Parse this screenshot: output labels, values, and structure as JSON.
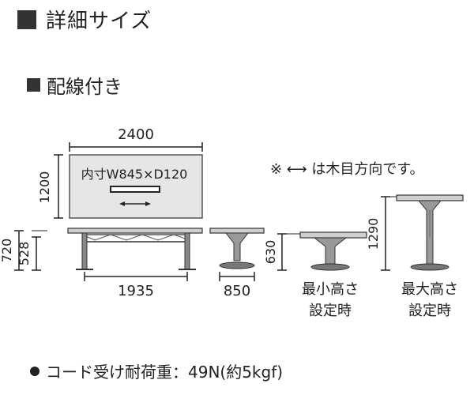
{
  "heading": "詳細サイズ",
  "subheading": "配線付き",
  "note": "※ ⟷ は木目方向です。",
  "top_view": {
    "width_label": "2400",
    "depth_label": "1200",
    "inner_size": "内寸W845×D120"
  },
  "front_view": {
    "height_label": "720",
    "inner_height_label": "528",
    "leg_span_label": "1935"
  },
  "side_view": {
    "width_label": "850"
  },
  "min_table": {
    "height_label": "630",
    "caption_line1": "最小高さ",
    "caption_line2": "設定時"
  },
  "max_table": {
    "height_label": "1290",
    "caption_line1": "最大高さ",
    "caption_line2": "設定時"
  },
  "spec": "コード受け耐荷重：49N(約5kgf)"
}
